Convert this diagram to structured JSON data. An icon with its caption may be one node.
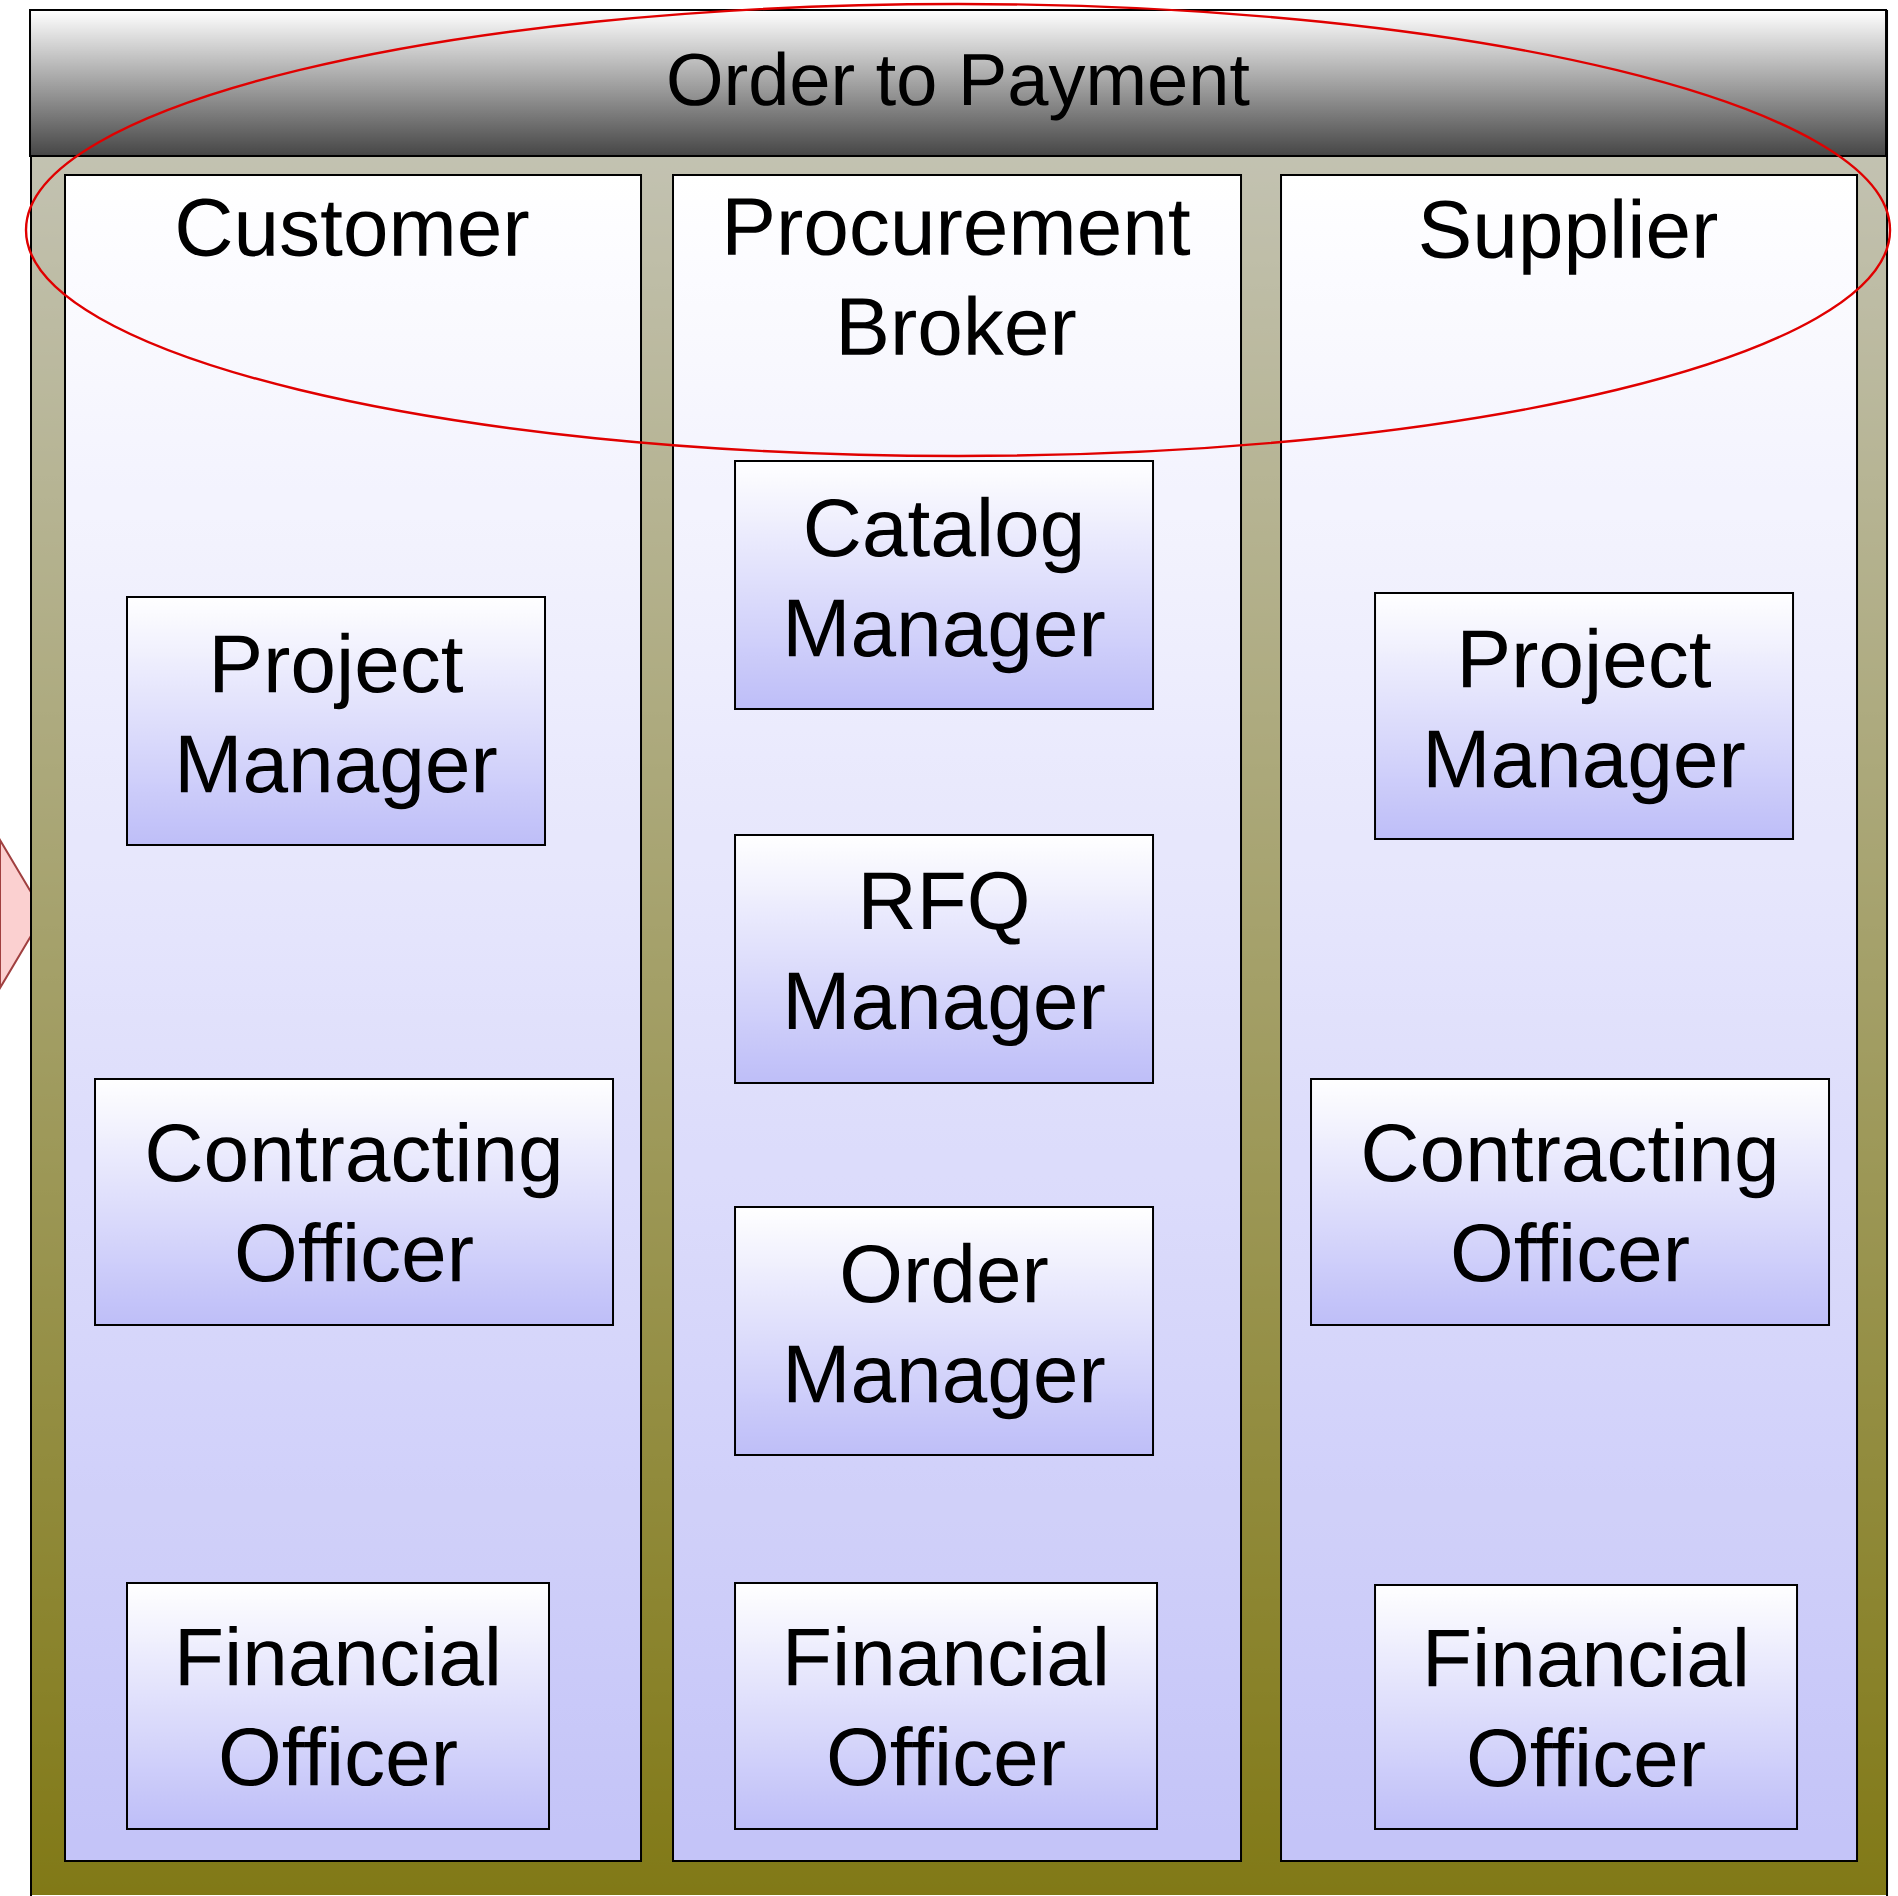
{
  "diagram": {
    "nodes": [
      {
        "text": [
          "Order to Payment"
        ]
      },
      {
        "text": [
          "Customer"
        ],
        "in": 0
      },
      {
        "text": [
          "Procurement Broker"
        ],
        "in": 0
      },
      {
        "text": [
          "Supplier"
        ],
        "in": 0
      },
      {
        "text": [
          "Project Manager"
        ],
        "in": 1
      },
      {
        "text": [
          "Contracting Officer"
        ],
        "in": 1
      },
      {
        "text": [
          "Financial Officer"
        ],
        "in": 1
      },
      {
        "text": [
          "Catalog Manager"
        ],
        "in": 2
      },
      {
        "text": [
          "RFQ Manager"
        ],
        "in": 2
      },
      {
        "text": [
          "Order Manager"
        ],
        "in": 2
      },
      {
        "text": [
          "Financial Officer"
        ],
        "in": 2
      },
      {
        "text": [
          "Project Manager"
        ],
        "in": 3
      },
      {
        "text": [
          "Contracting Officer"
        ],
        "in": 3
      },
      {
        "text": [
          "Financial Officer"
        ],
        "in": 3
      }
    ]
  }
}
